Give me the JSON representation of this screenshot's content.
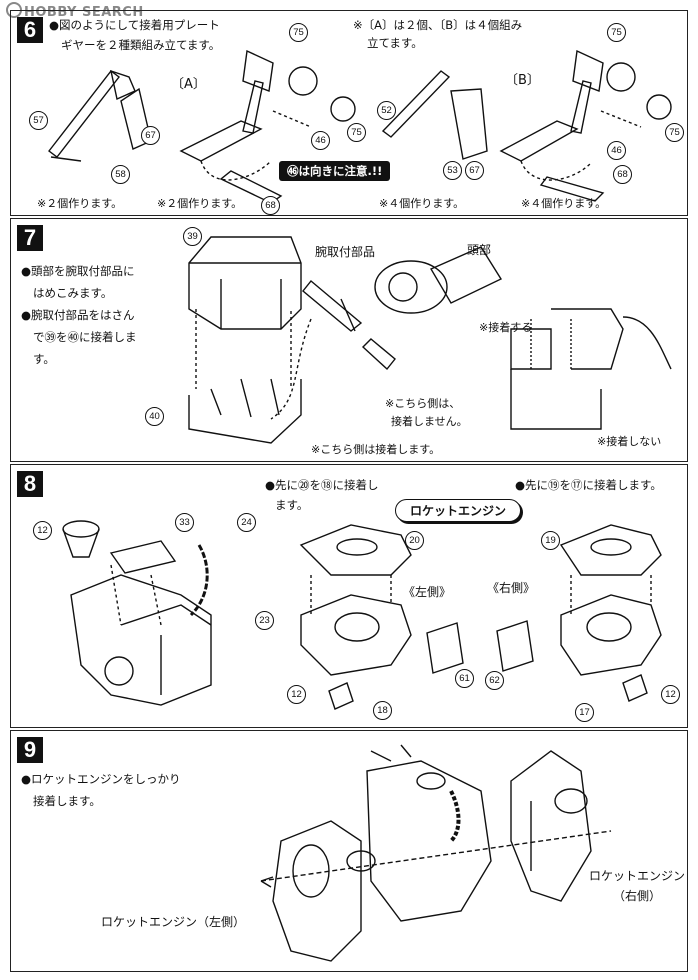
{
  "watermark": "HOBBY SEARCH",
  "step6": {
    "number": "6",
    "instruction_line1": "●図のようにして接着用プレート",
    "instruction_line2": "ギヤーを２種類組み立てます。",
    "note_top_line1": "※〔A〕は２個、〔B〕は４個組み",
    "note_top_line2": "立てます。",
    "label_a": "〔A〕",
    "label_b": "〔B〕",
    "callout": "㊻は向きに注意.!!",
    "make_note1": "※２個作ります。",
    "make_note2": "※２個作ります。",
    "make_note3": "※４個作ります。",
    "make_note4": "※４個作ります。",
    "parts": [
      "57",
      "58",
      "67",
      "68",
      "75",
      "46",
      "75",
      "52",
      "53",
      "67",
      "68",
      "75",
      "46",
      "75"
    ]
  },
  "step7": {
    "number": "7",
    "line1": "●頭部を腕取付部品に",
    "line2": "はめこみます。",
    "line3": "●腕取付部品をはさん",
    "line4": "で㊴を㊵に接着しま",
    "line5": "す。",
    "label_arm": "腕取付部品",
    "label_head": "頭部",
    "note_glue": "※接着する",
    "note_noglue": "※接着しない",
    "note_side_a1": "※こちら側は、",
    "note_side_a2": "接着しません。",
    "note_side_b": "※こちら側は接着します。",
    "parts": [
      "39",
      "40"
    ]
  },
  "step8": {
    "number": "8",
    "note_left1": "●先に⑳を⑱に接着し",
    "note_left2": "ます。",
    "note_right": "●先に⑲を⑰に接着します。",
    "banner": "ロケットエンジン",
    "left_side": "《左側》",
    "right_side": "《右側》",
    "parts": [
      "12",
      "33",
      "24",
      "23",
      "20",
      "61",
      "18",
      "12",
      "19",
      "62",
      "17",
      "12"
    ]
  },
  "step9": {
    "number": "9",
    "line1": "●ロケットエンジンをしっかり",
    "line2": "接着します。",
    "label_right1": "ロケットエンジン",
    "label_right2": "（右側）",
    "label_left": "ロケットエンジン（左側）"
  }
}
